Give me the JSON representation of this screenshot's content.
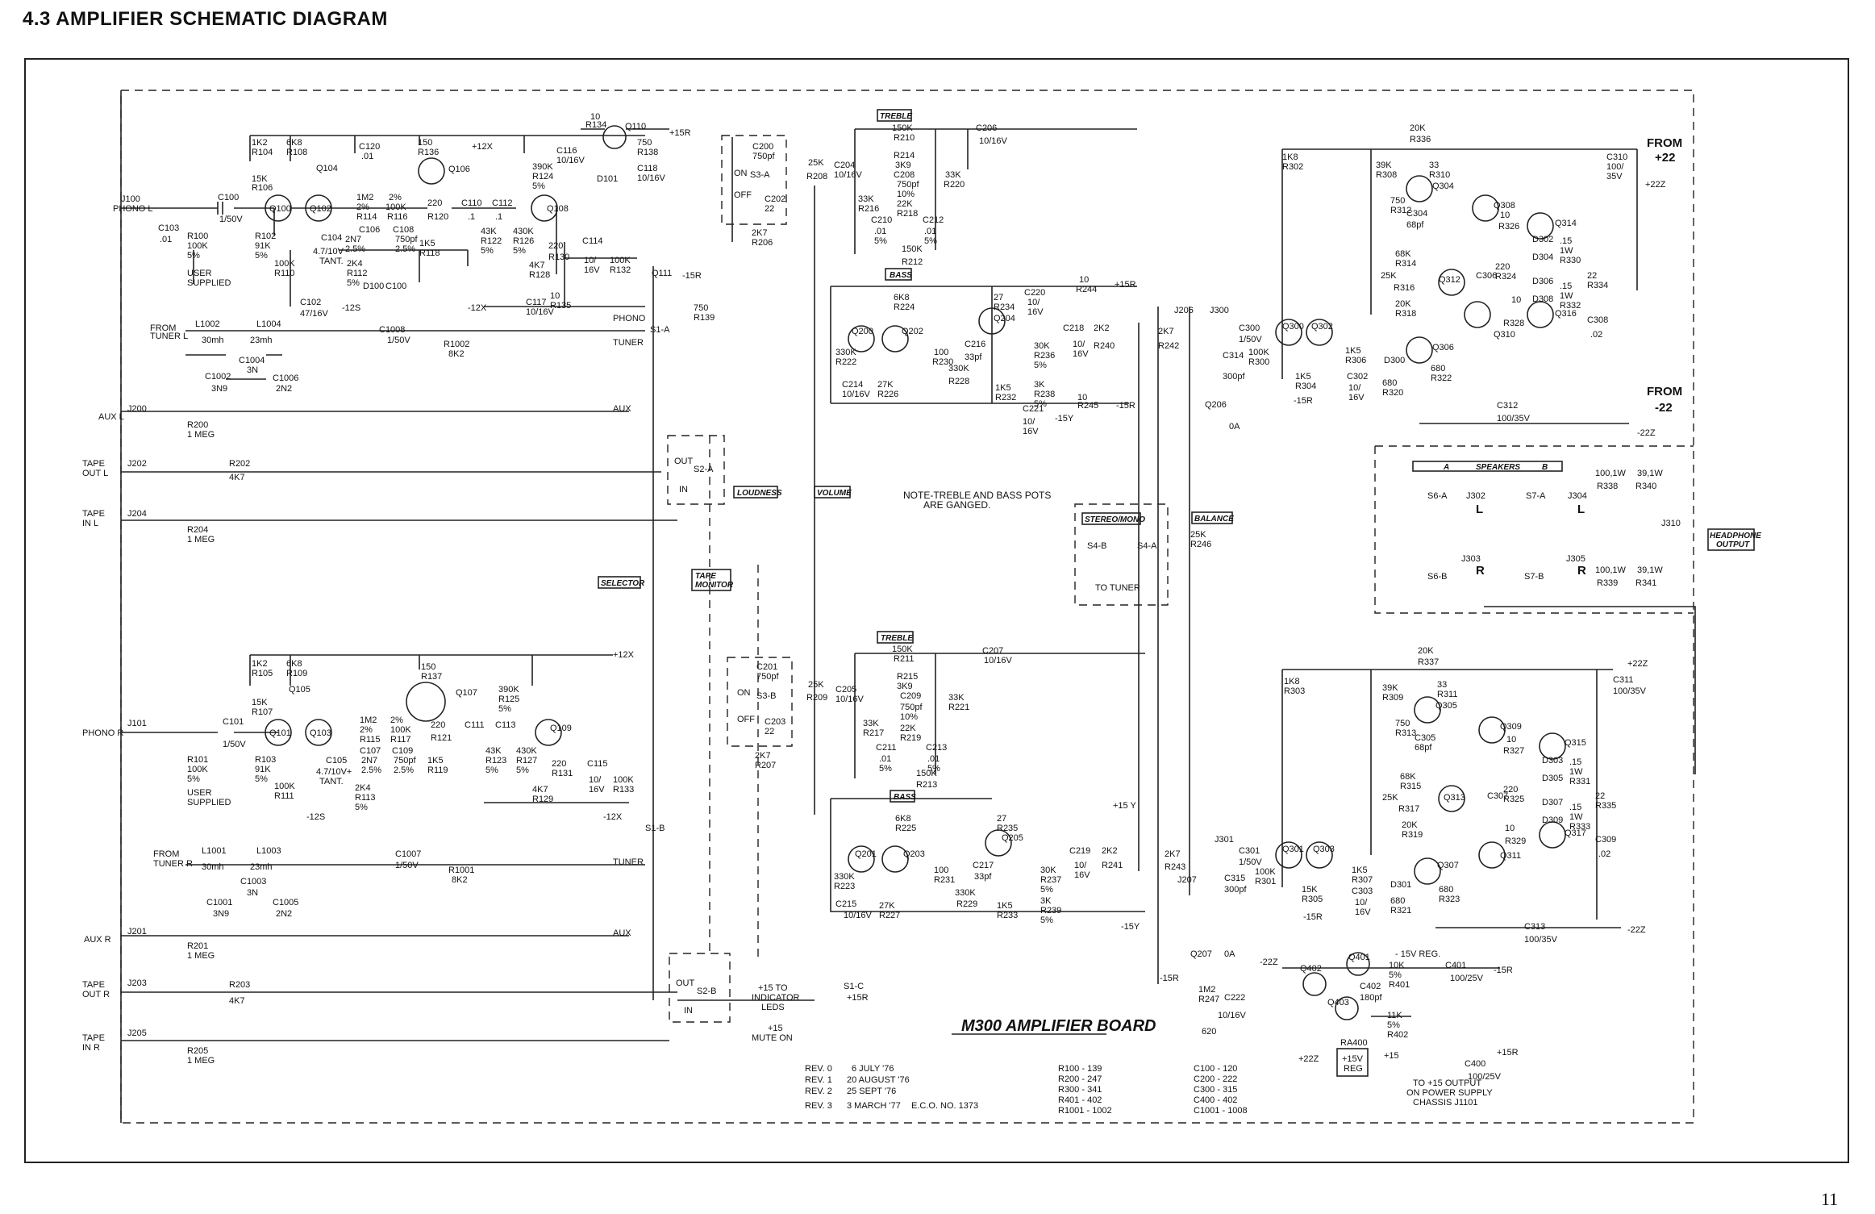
{
  "header": {
    "title": "4.3  AMPLIFIER SCHEMATIC DIAGRAM"
  },
  "page_number": "11",
  "board_title": "M300 AMPLIFIER BOARD",
  "boxes": {
    "treble_top": "TREBLE",
    "bass_top": "BASS",
    "treble_bot": "TREBLE",
    "bass_bot": "BASS",
    "loudness": "LOUDNESS",
    "volume": "VOLUME",
    "selector": "SELECTOR",
    "tape_monitor_1": "TAPE",
    "tape_monitor_2": "MONITOR",
    "stereo_mono": "STEREO/MONO",
    "balance": "BALANCE",
    "speakers_a": "A",
    "speakers_title": "SPEAKERS",
    "speakers_b": "B",
    "headphone_1": "HEADPHONE",
    "headphone_2": "OUTPUT"
  },
  "note": {
    "line1": "NOTE-TREBLE AND BASS POTS",
    "line2": "ARE GANGED."
  },
  "power": {
    "from_pos": "FROM",
    "pos_rail": "+22",
    "from_neg": "FROM",
    "neg_rail": "-22",
    "to_15v_1": "TO +15 OUTPUT",
    "to_15v_2": "ON POWER SUPPLY",
    "to_15v_3": "CHASSIS J1101",
    "reg_title": "- 15V REG.",
    "to_tuner": "TO TUNER",
    "indicator_1": "+15 TO",
    "indicator_2": "INDICATOR",
    "indicator_3": "LEDS",
    "mute_1": "+15",
    "mute_2": "MUTE ON"
  },
  "inputs": {
    "phono_l": "PHONO L",
    "phono_r": "PHONO R",
    "aux_l": "AUX L",
    "aux_r": "AUX R",
    "tape_out_l_1": "TAPE",
    "tape_out_l_2": "OUT L",
    "tape_in_l_1": "TAPE",
    "tape_in_l_2": "IN L",
    "tape_out_r_1": "TAPE",
    "tape_out_r_2": "OUT R",
    "tape_in_r_1": "TAPE",
    "tape_in_r_2": "IN R",
    "from_tuner_l_1": "FROM",
    "from_tuner_l_2": "TUNER L",
    "from_tuner_r_1": "FROM",
    "from_tuner_r_2": "TUNER R",
    "user_supplied_1": "USER",
    "user_supplied_2": "SUPPLIED"
  },
  "revisions": [
    {
      "rev": "REV. 0",
      "date": "6  JULY  '76",
      "eco": ""
    },
    {
      "rev": "REV. 1",
      "date": "20 AUGUST '76",
      "eco": ""
    },
    {
      "rev": "REV. 2",
      "date": "25 SEPT  '76",
      "eco": ""
    },
    {
      "rev": "REV. 3",
      "date": "3  MARCH  '77",
      "eco": "E.C.O. NO. 1373"
    }
  ],
  "part_ranges": {
    "r": [
      "R100 - 139",
      "R200 - 247",
      "R300 - 341",
      "R401 - 402",
      "R1001 - 1002"
    ],
    "c": [
      "C100 - 120",
      "C200 - 222",
      "C300 - 315",
      "C400 - 402",
      "C1001 - 1008"
    ]
  }
}
